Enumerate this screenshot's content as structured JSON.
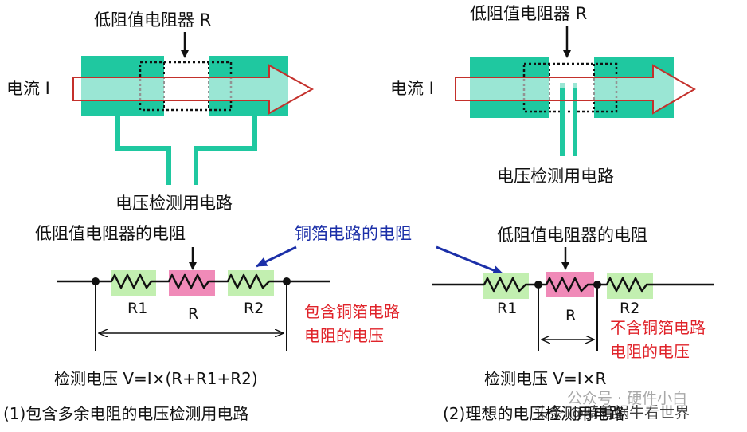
{
  "left": {
    "top_label": "低阻值电阻器 R",
    "current_label": "电流 I",
    "detect_circuit": "电压检测用电路",
    "lower_label": "低阻值电阻器的电阻",
    "r1": "R1",
    "r": "R",
    "r2": "R2",
    "note_line1": "包含铜箔电路",
    "note_line2": "电阻的电压",
    "formula": "检测电压 V=I×(R+R1+R2)",
    "caption": "(1)包含多余电阻的电压检测用电路"
  },
  "right": {
    "top_label": "低阻值电阻器 R",
    "current_label": "电流 I",
    "detect_circuit": "电压检测用电路",
    "lower_label": "低阻值电阻器的电阻",
    "r1": "R1",
    "r": "R",
    "r2": "R2",
    "note_line1": "不含铜箔电路",
    "note_line2": "电阻的电压",
    "formula": "检测电压 V=I×R",
    "caption": "(2)理想的电压检测用电路"
  },
  "center": {
    "copper_label": "铜箔电路的电阻"
  },
  "watermark": "头条 @骑着蜗牛看世界",
  "watermark2": "公众号 · 硬件小白",
  "colors": {
    "copper": "#1fc8a0",
    "resistor_pink": "#f08ab8",
    "copper_res_bg": "#c2efb0",
    "arrow_outline": "#c4302b",
    "arrow_fill": "#ffffff",
    "blue": "#1b2fa8",
    "red": "#e0232a"
  }
}
